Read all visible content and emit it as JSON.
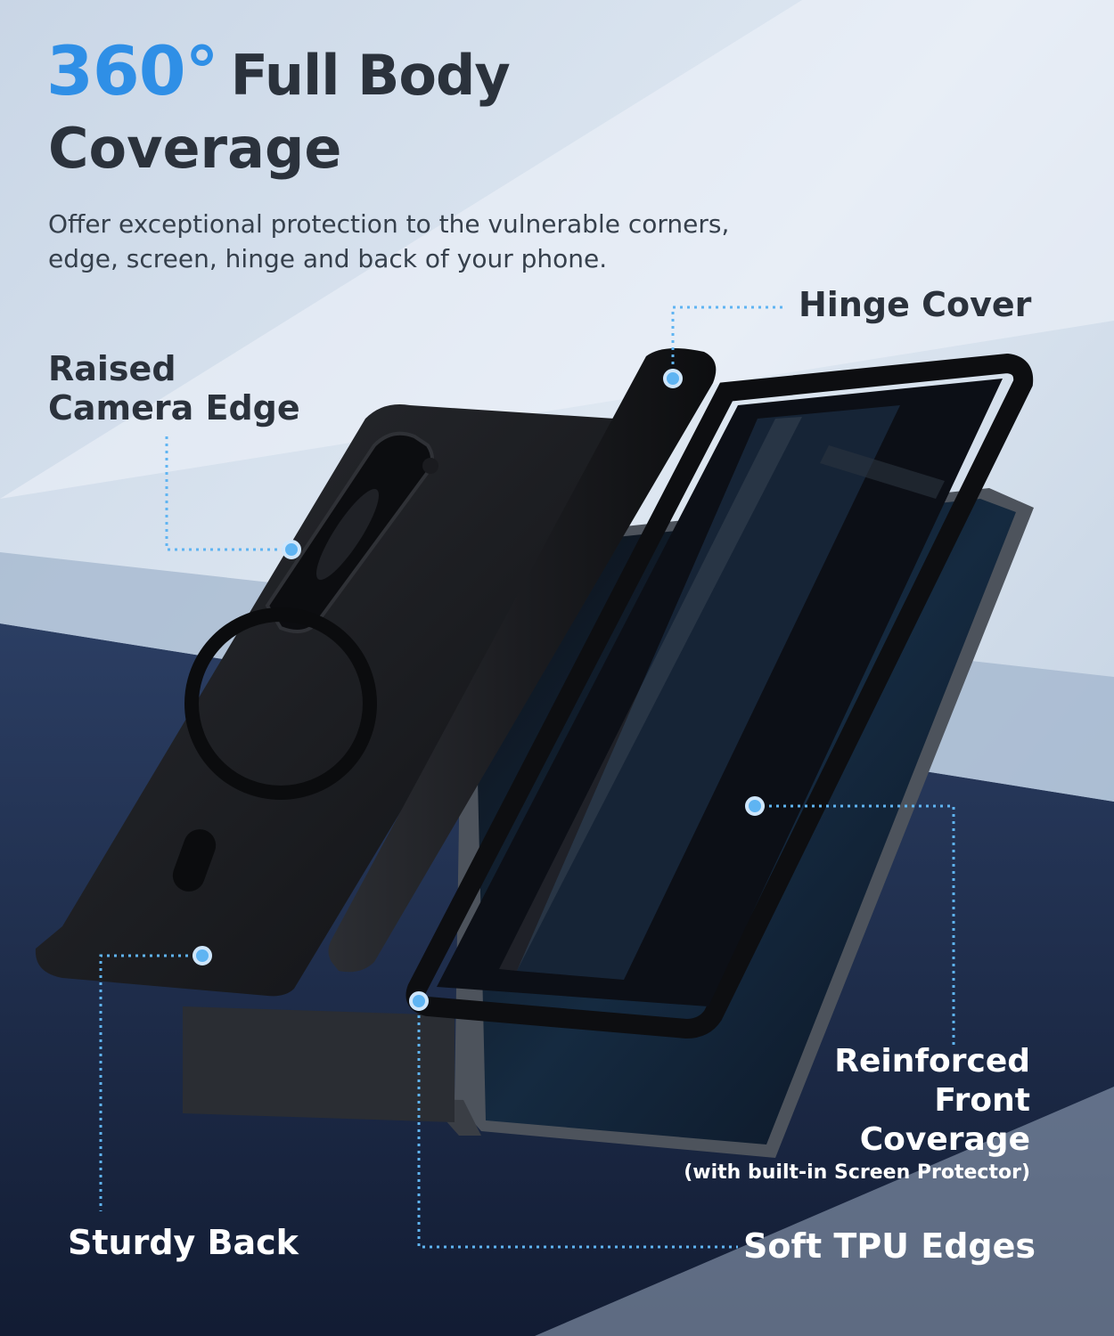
{
  "headline": {
    "accent": "360°",
    "rest": "Full Body",
    "line2": "Coverage",
    "accent_color": "#2f8fe6"
  },
  "description": "Offer exceptional protection to the vulnerable corners, edge, screen, hinge and back of your phone.",
  "callouts": {
    "camera_line1": "Raised",
    "camera_line2": "Camera Edge",
    "hinge": "Hinge Cover",
    "front_line1": "Reinforced",
    "front_line2": "Front",
    "front_line3": "Coverage",
    "front_note": "(with built-in Screen Protector)",
    "back": "Sturdy Back",
    "tpu": "Soft TPU Edges"
  },
  "colors": {
    "marker": "#5fb4f2",
    "case_black": "#141518",
    "navy_band": "#1c2944"
  }
}
